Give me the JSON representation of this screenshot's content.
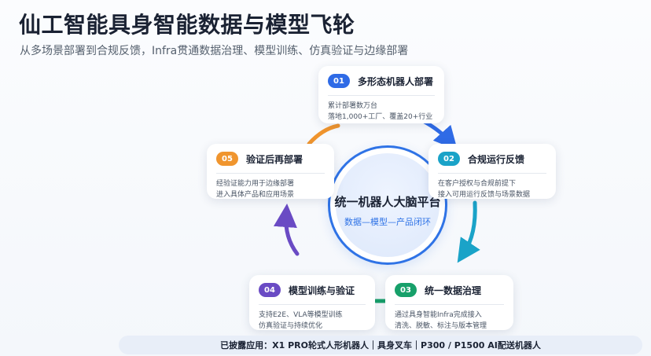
{
  "header": {
    "title": "仙工智能具身智能数据与模型飞轮",
    "subtitle": "从多场景部署到合规反馈，Infra贯通数据治理、模型训练、仿真验证与边缘部署"
  },
  "hub": {
    "title": "统一机器人大脑平台",
    "subtitle": "数据—模型—产品闭环"
  },
  "cards": [
    {
      "num": "01",
      "title": "多形态机器人部署",
      "lines": [
        "累计部署数万台",
        "落地1,000+工厂、覆盖20+行业"
      ],
      "color": "#2f6be6"
    },
    {
      "num": "02",
      "title": "合规运行反馈",
      "lines": [
        "在客户授权与合规前提下",
        "接入可用运行反馈与场景数据"
      ],
      "color": "#1aa3c8"
    },
    {
      "num": "03",
      "title": "统一数据治理",
      "lines": [
        "通过具身智能Infra完成接入",
        "清洗、脱敏、标注与版本管理"
      ],
      "color": "#17a06a"
    },
    {
      "num": "04",
      "title": "模型训练与验证",
      "lines": [
        "支持E2E、VLA等模型训练",
        "仿真验证与持续优化"
      ],
      "color": "#6a4bc4"
    },
    {
      "num": "05",
      "title": "验证后再部署",
      "lines": [
        "经验证能力用于边缘部署",
        "进入具体产品和应用场景"
      ],
      "color": "#f0952e"
    }
  ],
  "footer": {
    "text": "已披露应用：X1 PRO轮式人形机器人｜具身叉车｜P300 / P1500 AI配送机器人"
  }
}
